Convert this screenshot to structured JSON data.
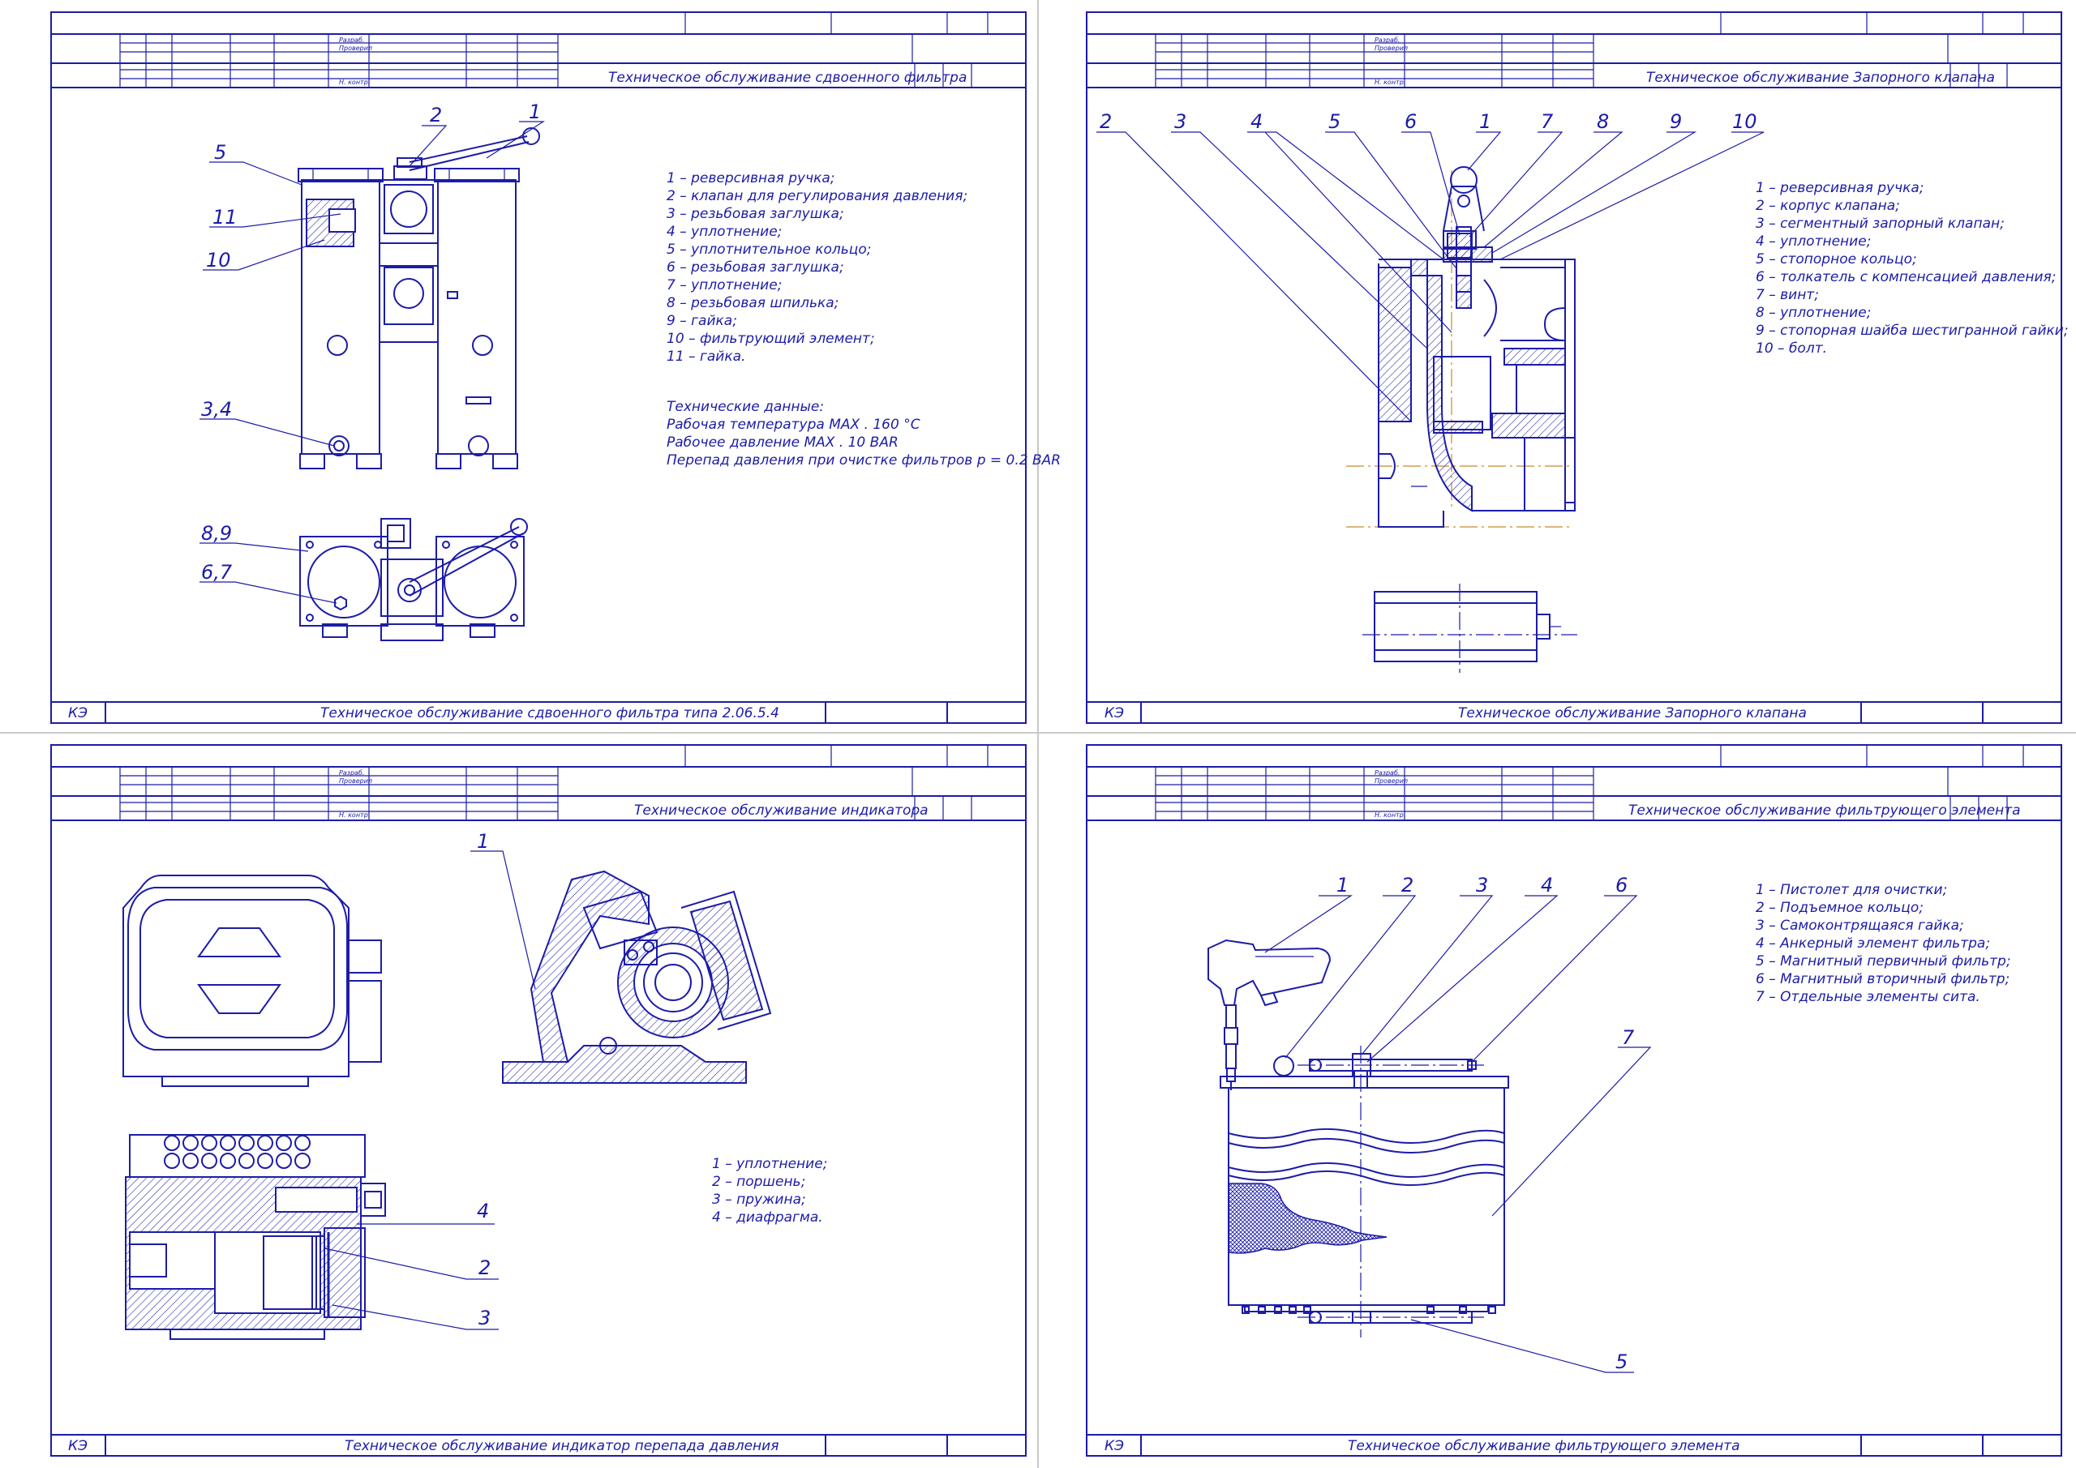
{
  "sheets": [
    {
      "id": "duplex-filter",
      "header_title": "Техническое обслуживание сдвоенного фильтра",
      "footer_code": "КЭ",
      "footer_title": "Техническое обслуживание сдвоенного фильтра типа 2.06.5.4",
      "stamp_labels": [
        "Разраб.",
        "Проверил",
        "Н. контр."
      ],
      "callouts": [
        "1",
        "2",
        "5",
        "11",
        "10",
        "3,4",
        "8,9",
        "6,7"
      ],
      "legend": [
        "1 – реверсивная ручка;",
        "2 – клапан для регулирования давления;",
        "3 – резьбовая заглушка;",
        "4 – уплотнение;",
        "5 – уплотнительное кольцо;",
        "6 – резьбовая заглушка;",
        "7 – уплотнение;",
        "8 – резьбовая шпилька;",
        "9 – гайка;",
        "10 – фильтрующий элемент;",
        "11 – гайка."
      ],
      "tech_data": [
        "Технические данные:",
        "Рабочая температура   MAX . 160 °C",
        "Рабочее давление       MAX . 10  BAR",
        "Перепад давления при очистке фильтров p = 0.2 BAR"
      ]
    },
    {
      "id": "shutoff-valve",
      "header_title": "Техническое обслуживание Запорного клапана",
      "footer_code": "КЭ",
      "footer_title": "Техническое обслуживание Запорного клапана",
      "stamp_labels": [
        "Разраб.",
        "Проверил",
        "Н. контр."
      ],
      "callouts": [
        "2",
        "3",
        "4",
        "5",
        "6",
        "1",
        "7",
        "8",
        "9",
        "10"
      ],
      "legend": [
        "1 – реверсивная ручка;",
        "2 – корпус клапана;",
        "3 – сегментный запорный клапан;",
        "4 – уплотнение;",
        "5 – стопорное кольцо;",
        "6 – толкатель с компенсацией давления;",
        "7 – винт;",
        "8 – уплотнение;",
        "9 – стопорная шайба шестигранной гайки;",
        "10 – болт."
      ]
    },
    {
      "id": "indicator",
      "header_title": "Техническое обслуживание индикатора",
      "footer_code": "КЭ",
      "footer_title": "Техническое обслуживание индикатор перепада давления",
      "stamp_labels": [
        "Разраб.",
        "Проверил",
        "Н. контр."
      ],
      "callouts": [
        "1",
        "4",
        "2",
        "3"
      ],
      "legend": [
        "1 – уплотнение;",
        "2 – поршень;",
        "3 – пружина;",
        "4 – диафрагма."
      ]
    },
    {
      "id": "filter-element",
      "header_title": "Техническое обслуживание фильтрующего элемента",
      "footer_code": "КЭ",
      "footer_title": "Техническое обслуживание фильтрующего элемента",
      "stamp_labels": [
        "Разраб.",
        "Проверил",
        "Н. контр."
      ],
      "callouts": [
        "1",
        "2",
        "3",
        "4",
        "6",
        "7",
        "5"
      ],
      "legend": [
        "1 – Пистолет для очистки;",
        "2 – Подъемное кольцо;",
        "3 – Самоконтрящаяся гайка;",
        "4 – Анкерный элемент фильтра;",
        "5 – Магнитный первичный фильтр;",
        "6 – Магнитный вторичный фильтр;",
        "7 – Отдельные элементы сита."
      ]
    }
  ],
  "colors": {
    "line": "#1c1ca8",
    "axis": "#c68a2a",
    "sheet_divider": "#c9c9c9"
  }
}
